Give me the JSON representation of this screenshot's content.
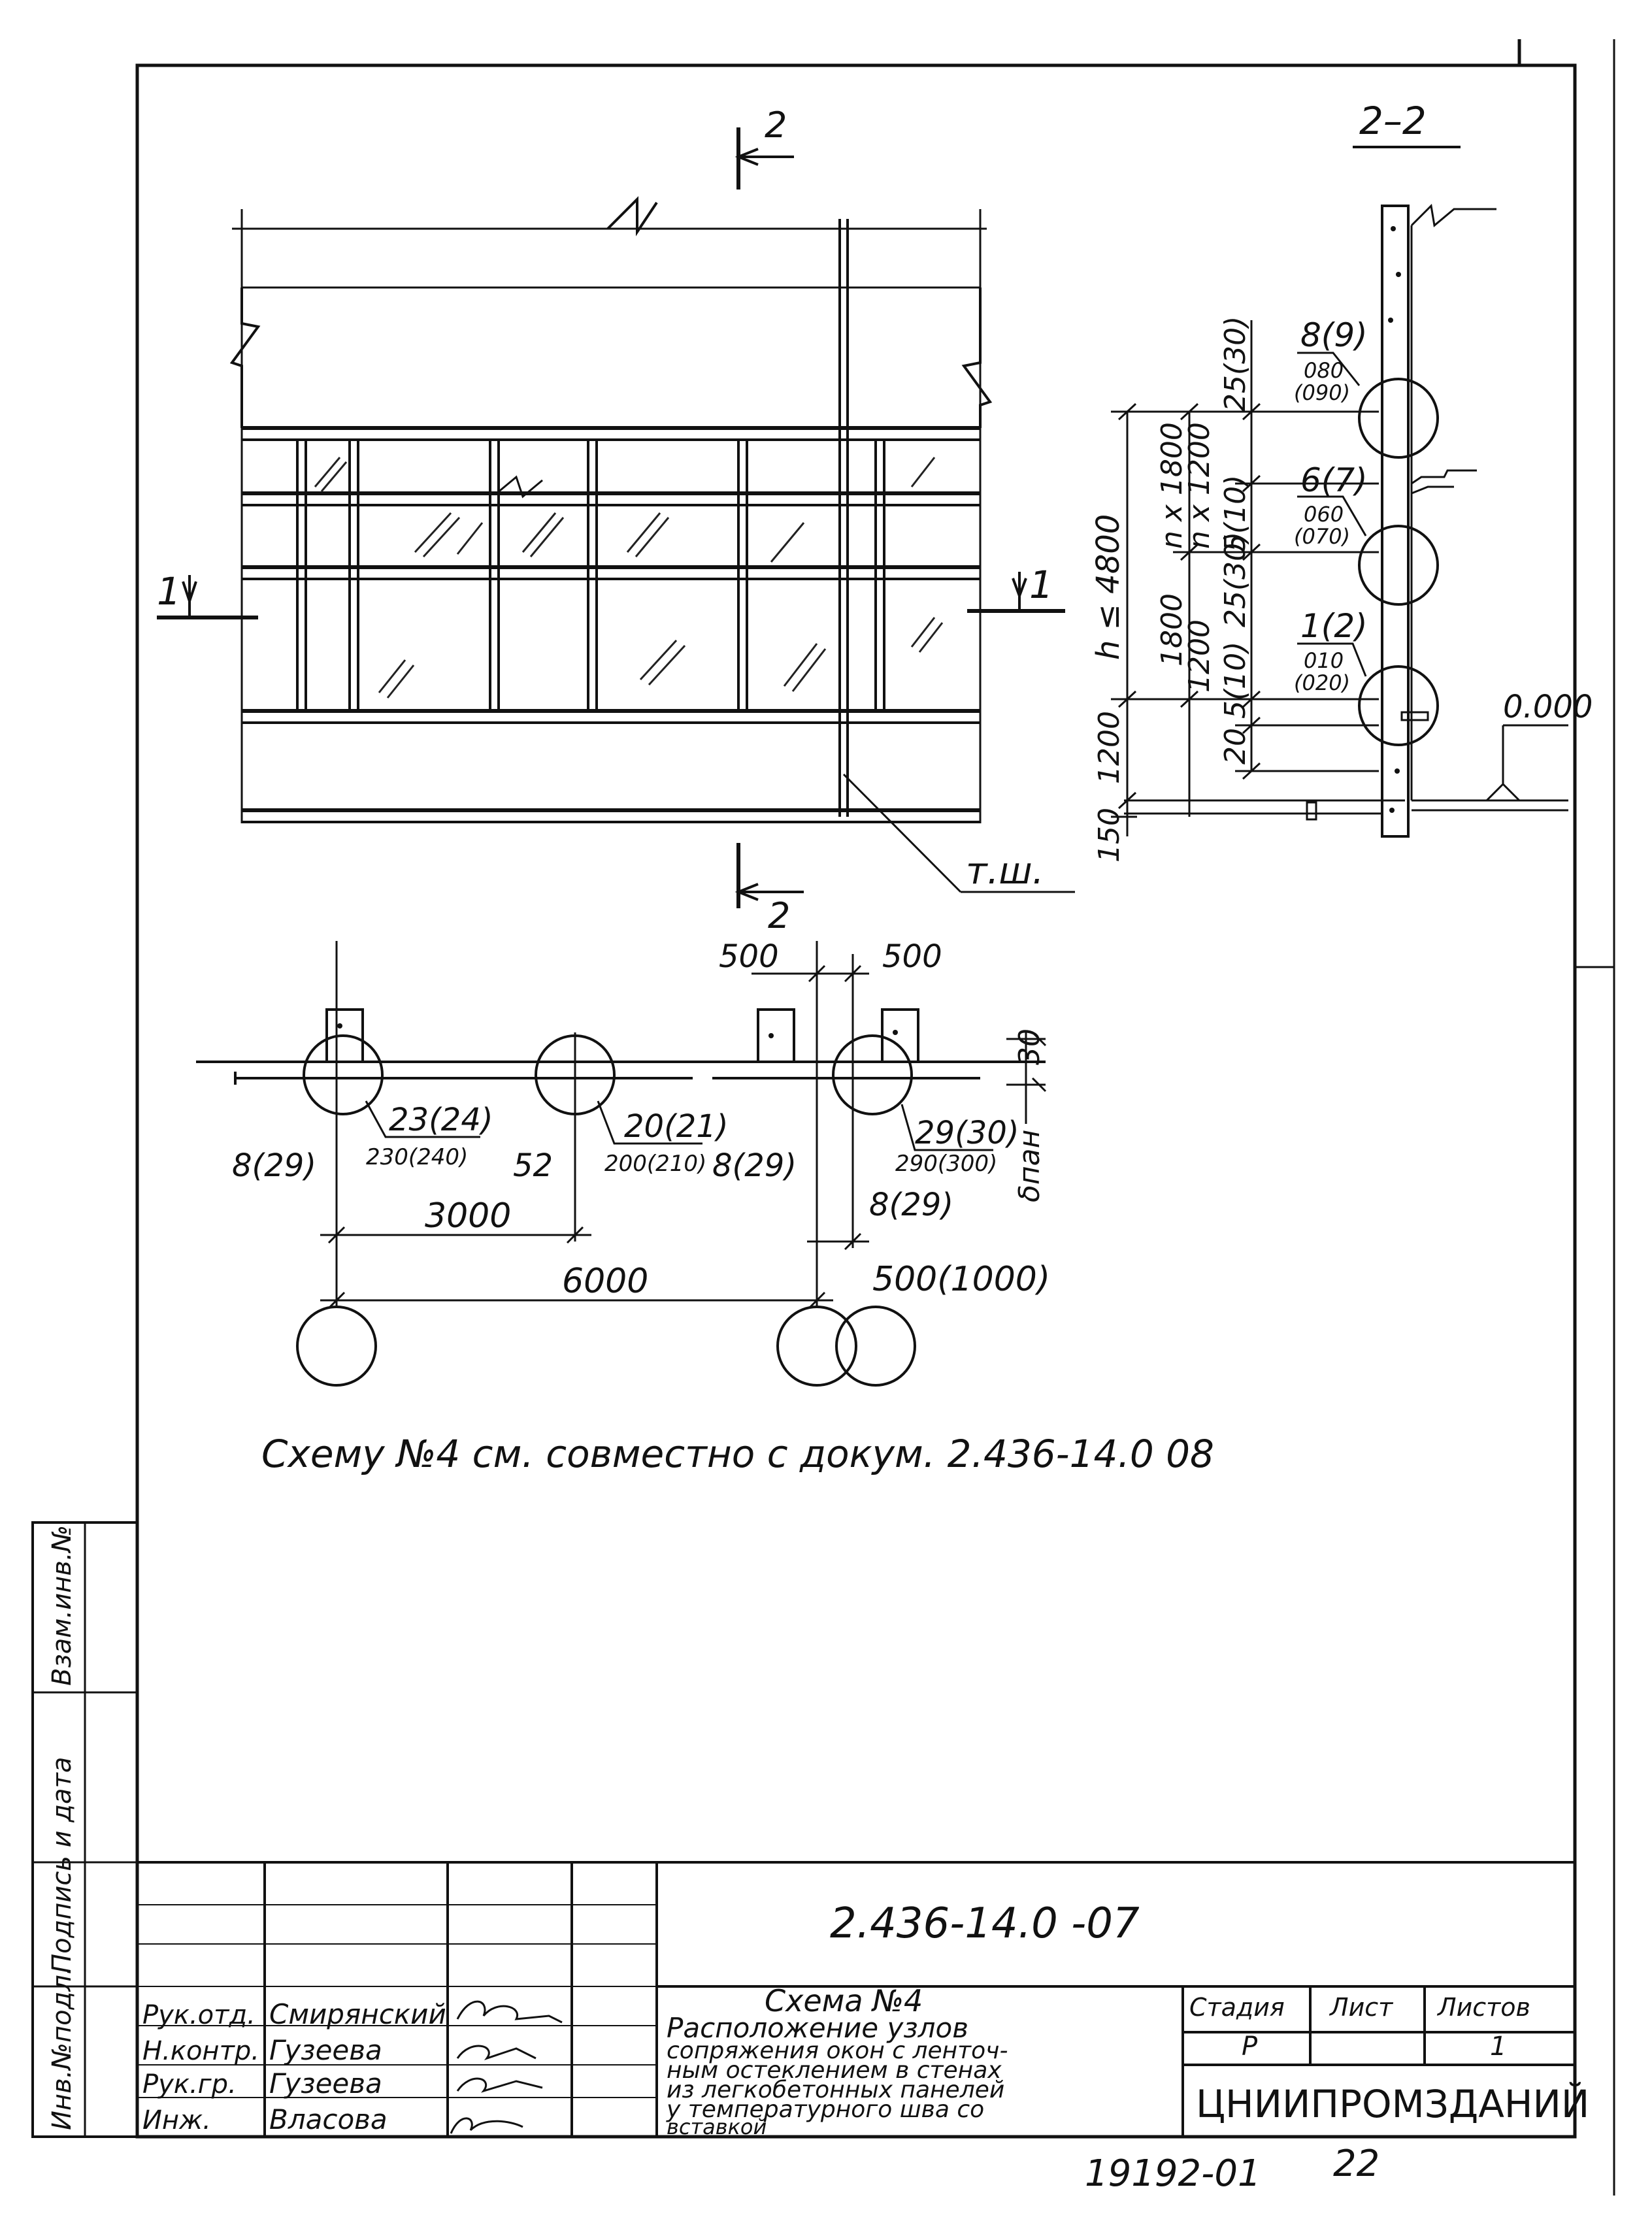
{
  "drawing": {
    "section_top_mark": "2",
    "section_bottom_mark": "2",
    "section_title": "2–2",
    "cut_left_mark": "1",
    "cut_right_mark": "1",
    "thermal_joint_label": "т.ш.",
    "level_mark": "0.000",
    "note": "Схему №4 см. совместно с докум. 2.436-14.0 08"
  },
  "section_dims": {
    "total": "h ≤ 4800",
    "left_stack": [
      "150",
      "1200",
      "1800",
      "1200"
    ],
    "mid_stack": [
      "1800",
      "n x 1800",
      "1200",
      "n x 1200"
    ],
    "right_stack": [
      "20",
      "5(10)",
      "25(30)",
      "5(10)",
      "25(30)"
    ]
  },
  "section_nodes": [
    {
      "num": "8(9)",
      "code": "080",
      "alt": "(090)"
    },
    {
      "num": "6(7)",
      "code": "060",
      "alt": "(070)"
    },
    {
      "num": "1(2)",
      "code": "010",
      "alt": "(020)"
    }
  ],
  "plan": {
    "dims": {
      "d500_left": "500",
      "d500_right": "500",
      "d30": "30",
      "d3000": "3000",
      "d6000": "6000",
      "d500_1000": "500(1000)",
      "d52": "52",
      "bpan": "δпан",
      "d8_29_a": "8(29)",
      "d8_29_b": "8(29)",
      "d8_29_c": "8(29)"
    },
    "nodes": [
      {
        "num": "23(24)",
        "code": "230(240)"
      },
      {
        "num": "20(21)",
        "code": "200(210)"
      },
      {
        "num": "29(30)",
        "code": "290(300)"
      }
    ]
  },
  "side_stamp": [
    "Инв.№подл.",
    "Подпись и дата",
    "Взам.инв.№"
  ],
  "title_block": {
    "doc_code": "2.436-14.0 -07",
    "title_main": "Схема №4",
    "description": [
      "Расположение узлов",
      "сопряжения окон с ленточ-",
      "ным остеклением в стенах",
      "из легкобетонных панелей",
      "у температурного шва со",
      "вставкой"
    ],
    "stage_header": "Стадия",
    "sheet_header": "Лист",
    "sheets_header": "Листов",
    "stage": "Р",
    "sheet": "",
    "sheets": "1",
    "org": "ЦНИИПРОМЗДАНИЙ",
    "roles": [
      {
        "role": "Рук.отд.",
        "name": "Смирянский"
      },
      {
        "role": "Н.контр.",
        "name": "Гузеева"
      },
      {
        "role": "Рук.гр.",
        "name": "Гузеева"
      },
      {
        "role": "Инж.",
        "name": "Власова"
      }
    ]
  },
  "footer": {
    "archive": "19192-01",
    "page": "22"
  }
}
